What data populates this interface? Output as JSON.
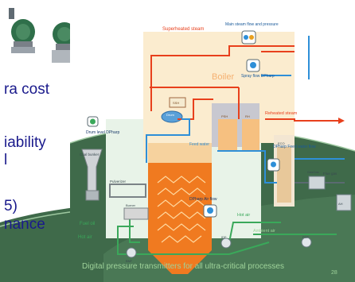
{
  "slide": {
    "bullets": [
      "ra cost",
      "iability",
      "l",
      "5)",
      "nance"
    ],
    "caption": "Digital pressure transmitters for all ultra-critical processes",
    "page_number": "28"
  },
  "diagram": {
    "labels": {
      "superheated_steam": "Superheated steam",
      "main_steam": "Main steam flow and pressure",
      "boiler": "Boiler",
      "spray_flow": "Spray flow DPharp",
      "reheated_steam": "Reheated steam",
      "drum_level": "Drum level DPharp",
      "feed_water_flow": "DPharp Feed water flow",
      "feed_water": "Feed water",
      "coal_bunker": "Coal bunker",
      "pulverizer": "Pulverizer",
      "fuel_oil": "Fuel oil",
      "air_flow": "DPharp Air flow",
      "hot_air_right": "Hot air",
      "hot_air_left": "Hot air",
      "ambient_air": "Ambient air",
      "flue_gas": "Flue gas",
      "drum": "Drum",
      "ssh": "SSH",
      "psh": "PSH",
      "rh": "RH",
      "eco": "ECO",
      "gasgas": "GasGas",
      "ah": "AH",
      "idf": "IDF",
      "bnf": "BNF",
      "fdf": "FDF",
      "burner": "Burner"
    },
    "colors": {
      "steam_red": "#e8401c",
      "water_blue": "#2e8fd8",
      "air_green": "#3aa85a",
      "furnace_orange": "#f07a20"
    }
  }
}
